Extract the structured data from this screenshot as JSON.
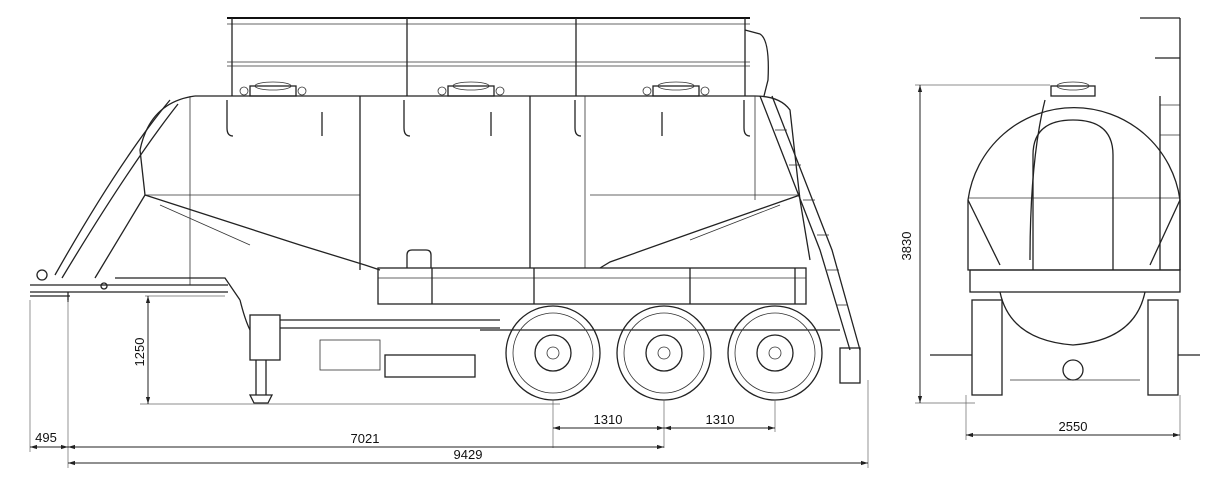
{
  "dimensions": {
    "front_overhang": "495",
    "kingpin_to_axle": "7021",
    "total_length": "9429",
    "axle_spacing_1": "1310",
    "axle_spacing_2": "1310",
    "coupling_height": "1250",
    "total_height": "3830",
    "total_width": "2550"
  }
}
